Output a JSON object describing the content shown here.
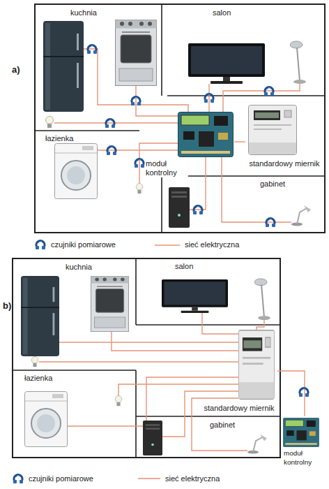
{
  "diagram": {
    "nodes": [
      {
        "text": [
          "kuchnia"
        ]
      },
      {
        "text": [
          "salon"
        ]
      },
      {
        "text": [
          "łazienka"
        ]
      },
      {
        "text": [
          "moduł kontrolny"
        ]
      },
      {
        "text": [
          "standardowy miernik"
        ]
      },
      {
        "text": [
          "gabinet"
        ]
      },
      {
        "text": [
          "kuchnia"
        ]
      },
      {
        "text": [
          "salon"
        ]
      },
      {
        "text": [
          "łazienka"
        ]
      },
      {
        "text": [
          "standardowy miernik"
        ]
      },
      {
        "text": [
          "gabinet"
        ]
      },
      {
        "text": [
          "moduł kontrolny"
        ]
      }
    ],
    "edges": [
      {
        "from": 3,
        "to": 4,
        "arrow": "none"
      },
      {
        "from": 9,
        "to": 11,
        "arrow": "none"
      }
    ],
    "labels": [
      "a)",
      "b)"
    ],
    "legend": [
      {
        "text": "czujniki pomiarowe"
      },
      {
        "text": "sieć elektryczna"
      },
      {
        "text": "czujniki pomiarowe"
      },
      {
        "text": "sieć elektryczna"
      }
    ]
  }
}
